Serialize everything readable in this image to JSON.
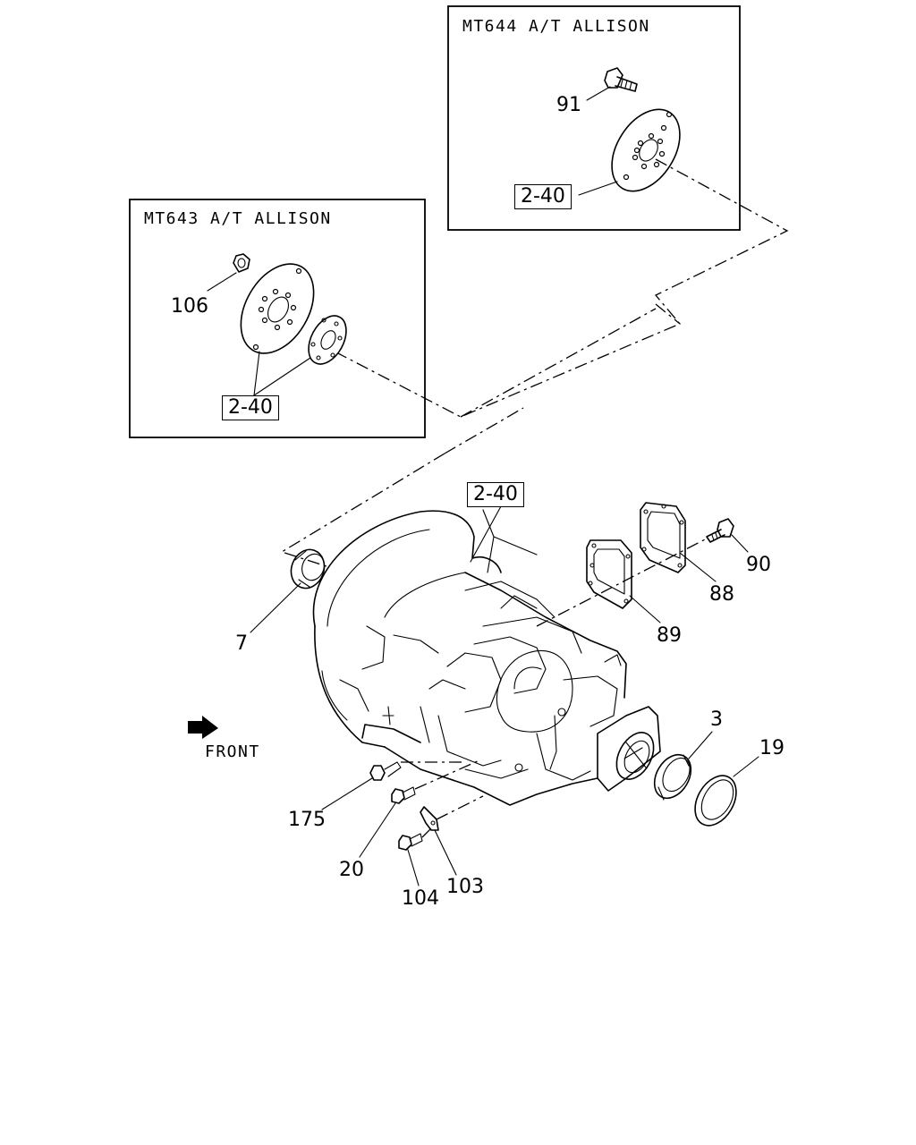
{
  "panels": {
    "mt644": {
      "title": "MT644 A/T ALLISON",
      "parts": {
        "bolt": "91",
        "flexplate_ref": "2-40"
      }
    },
    "mt643": {
      "title": "MT643 A/T ALLISON",
      "parts": {
        "nut": "106",
        "flexplate_ref": "2-40"
      }
    }
  },
  "main": {
    "ref": "2-40",
    "front_label": "FRONT",
    "callouts": {
      "bolt_top": "90",
      "gasket_outer": "88",
      "gasket_inner": "89",
      "seal_front": "7",
      "oil_seal": "3",
      "snap_ring": "19",
      "plug": "175",
      "bolt_a": "20",
      "bolt_b": "104",
      "bracket": "103"
    }
  },
  "icons": {
    "front_arrow": "front-arrow-icon"
  }
}
